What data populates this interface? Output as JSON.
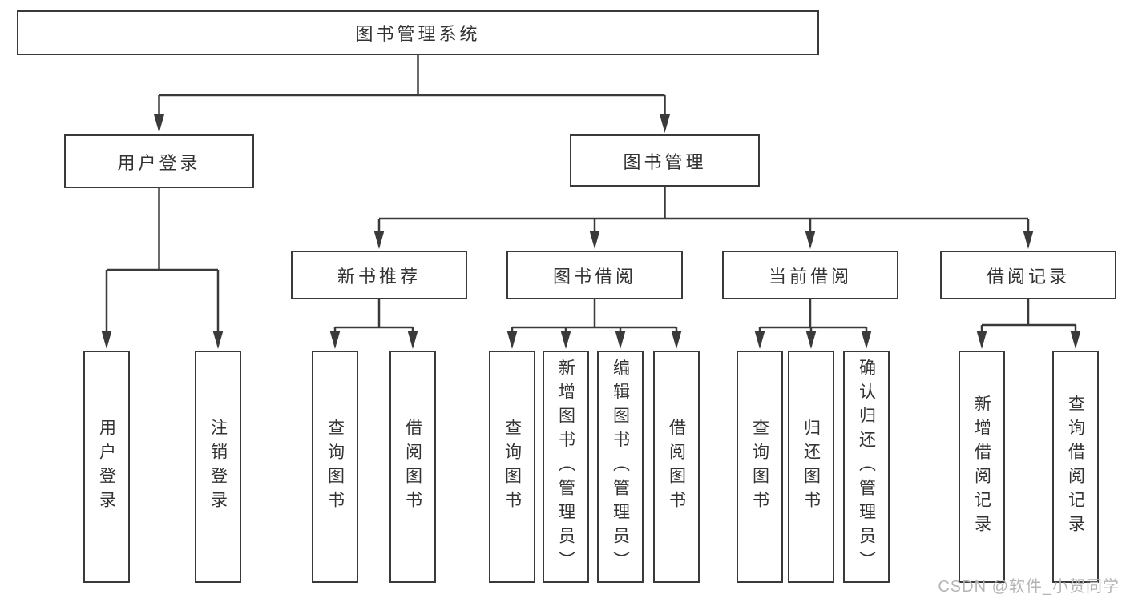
{
  "diagram": {
    "nodes": {
      "root": "图书管理系统",
      "user_login": "用户登录",
      "book_mgmt": "图书管理",
      "new_book_rec": "新书推荐",
      "book_borrow": "图书借阅",
      "current_borrow": "当前借阅",
      "borrow_records": "借阅记录",
      "leaf_user_login": "用户登录",
      "leaf_logout": "注销登录",
      "leaf_query_book_a": "查询图书",
      "leaf_borrow_book_a": "借阅图书",
      "leaf_query_book_b": "查询图书",
      "leaf_add_book": "新增图书（管理员）",
      "leaf_edit_book": "编辑图书（管理员）",
      "leaf_borrow_book_b": "借阅图书",
      "leaf_query_book_c": "查询图书",
      "leaf_return_book": "归还图书",
      "leaf_confirm_return": "确认归还（管理员）",
      "leaf_add_record": "新增借阅记录",
      "leaf_query_record": "查询借阅记录"
    }
  },
  "watermark": "CSDN @软件_小贺同学",
  "colors": {
    "line": "#3a3a3a",
    "text": "#333333",
    "watermark": "#b5b5b5",
    "background": "#ffffff"
  }
}
